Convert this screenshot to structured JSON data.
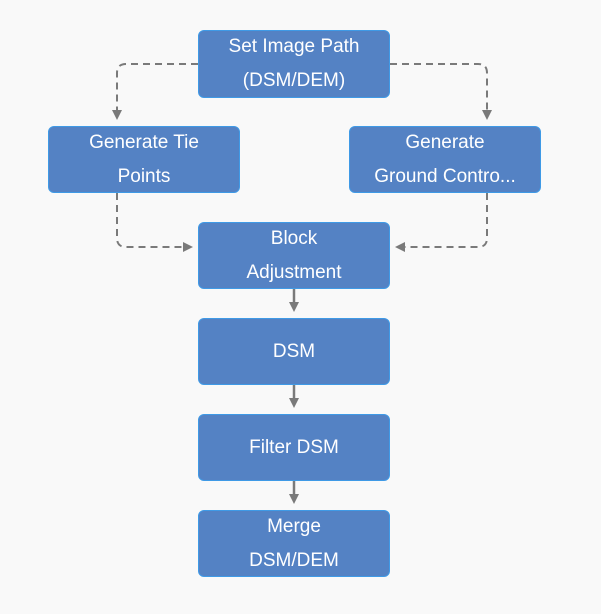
{
  "diagram": {
    "nodes": {
      "set_image_path": {
        "lines": [
          "Set Image Path",
          "(DSM/DEM)"
        ]
      },
      "generate_tie_points": {
        "lines": [
          "Generate Tie",
          "Points"
        ]
      },
      "generate_ground_control": {
        "lines": [
          "Generate",
          "Ground Contro..."
        ]
      },
      "block_adjustment": {
        "lines": [
          "Block",
          "Adjustment"
        ]
      },
      "dsm": {
        "lines": [
          "DSM"
        ]
      },
      "filter_dsm": {
        "lines": [
          "Filter DSM"
        ]
      },
      "merge_dsm_dem": {
        "lines": [
          "Merge",
          "DSM/DEM"
        ]
      }
    },
    "edges": [
      {
        "from": "set_image_path",
        "to": "generate_tie_points",
        "style": "dashed"
      },
      {
        "from": "set_image_path",
        "to": "generate_ground_control",
        "style": "dashed"
      },
      {
        "from": "generate_tie_points",
        "to": "block_adjustment",
        "style": "dashed"
      },
      {
        "from": "generate_ground_control",
        "to": "block_adjustment",
        "style": "dashed"
      },
      {
        "from": "block_adjustment",
        "to": "dsm",
        "style": "solid"
      },
      {
        "from": "dsm",
        "to": "filter_dsm",
        "style": "solid"
      },
      {
        "from": "filter_dsm",
        "to": "merge_dsm_dem",
        "style": "solid"
      }
    ],
    "colors": {
      "background": "#f9f9f9",
      "node_fill": "#5482c4",
      "node_border": "#3f9ae6",
      "node_text": "#ffffff",
      "connector": "#7a7a7a"
    }
  }
}
